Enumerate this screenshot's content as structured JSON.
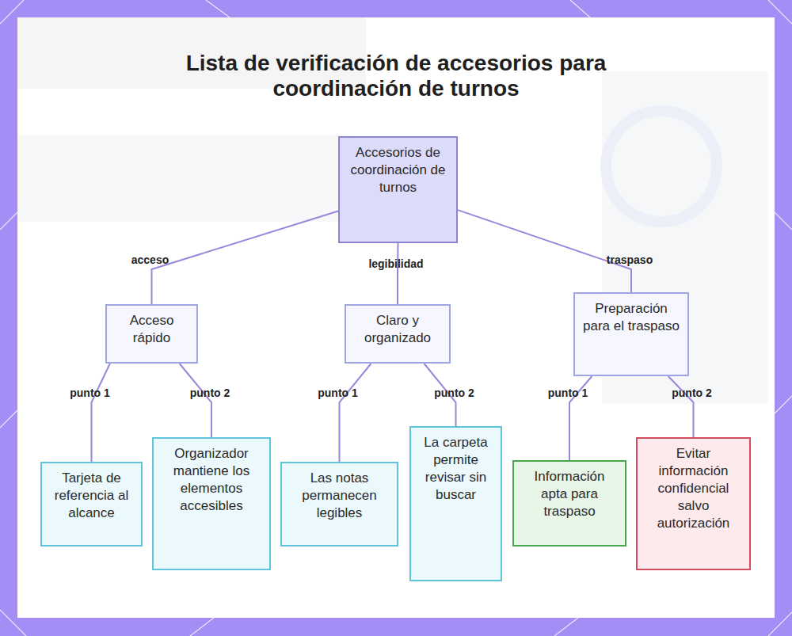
{
  "diagram": {
    "title": "Lista de verificación de accesorios para coordinación de turnos",
    "nodes": [
      {
        "text": [
          "Accesorios de coordinación de turnos"
        ]
      },
      {
        "text": [
          "Acceso rápido"
        ]
      },
      {
        "text": [
          "Claro y organizado"
        ]
      },
      {
        "text": [
          "Preparación para el traspaso"
        ]
      },
      {
        "text": [
          "Tarjeta de referencia al alcance"
        ]
      },
      {
        "text": [
          "Organizador mantiene los elementos accesibles"
        ]
      },
      {
        "text": [
          "Las notas permanecen legibles"
        ]
      },
      {
        "text": [
          "La carpeta permite revisar sin buscar"
        ]
      },
      {
        "text": [
          "Información apta para traspaso"
        ]
      },
      {
        "text": [
          "Evitar información confidencial salvo autorización"
        ]
      }
    ],
    "edges": [
      {
        "from": 0,
        "to": 1,
        "label": "acceso",
        "arrow": "none"
      },
      {
        "from": 0,
        "to": 2,
        "label": "legibilidad",
        "arrow": "none"
      },
      {
        "from": 0,
        "to": 3,
        "label": "traspaso",
        "arrow": "none"
      },
      {
        "from": 1,
        "to": 4,
        "label": "punto 1",
        "arrow": "none"
      },
      {
        "from": 1,
        "to": 5,
        "label": "punto 2",
        "arrow": "none"
      },
      {
        "from": 2,
        "to": 6,
        "label": "punto 1",
        "arrow": "none"
      },
      {
        "from": 2,
        "to": 7,
        "label": "punto 2",
        "arrow": "none"
      },
      {
        "from": 3,
        "to": 8,
        "label": "punto 1",
        "arrow": "none"
      },
      {
        "from": 3,
        "to": 9,
        "label": "punto 2",
        "arrow": "none"
      }
    ]
  }
}
